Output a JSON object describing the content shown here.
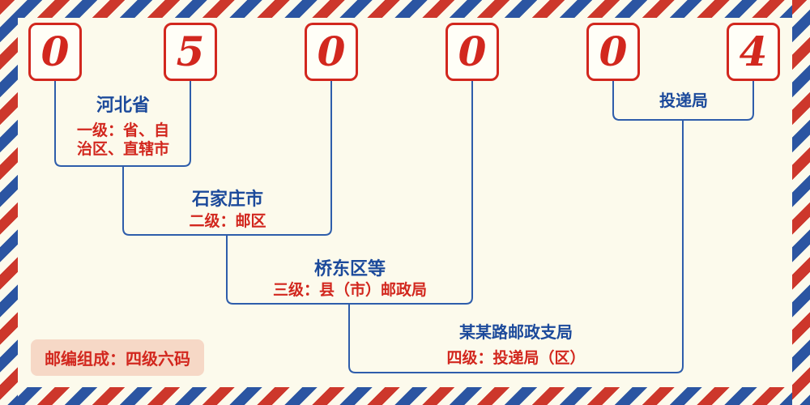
{
  "postcode": {
    "digits": [
      "0",
      "5",
      "0",
      "0",
      "0",
      "4"
    ]
  },
  "labels": {
    "level1": {
      "name": "河北省",
      "desc_line1": "一级：省、自",
      "desc_line2": "治区、直辖市"
    },
    "level2": {
      "name": "石家庄市",
      "desc": "二级：邮区"
    },
    "level3": {
      "name": "桥东区等",
      "desc": "三级：县（市）邮政局"
    },
    "level4": {
      "name": "某某路邮政支局",
      "desc": "四级：投递局（区）"
    },
    "delivery": {
      "name": "投递局"
    },
    "badge": "邮编组成：四级六码"
  },
  "colors": {
    "accent_red": "#d2271e",
    "accent_blue": "#1c4a9b",
    "line_blue": "#2e5dab",
    "stripe_red": "#cd372b",
    "stripe_blue": "#2b55a2",
    "background": "#fcfaec",
    "badge_background": "#f6d8c6"
  }
}
